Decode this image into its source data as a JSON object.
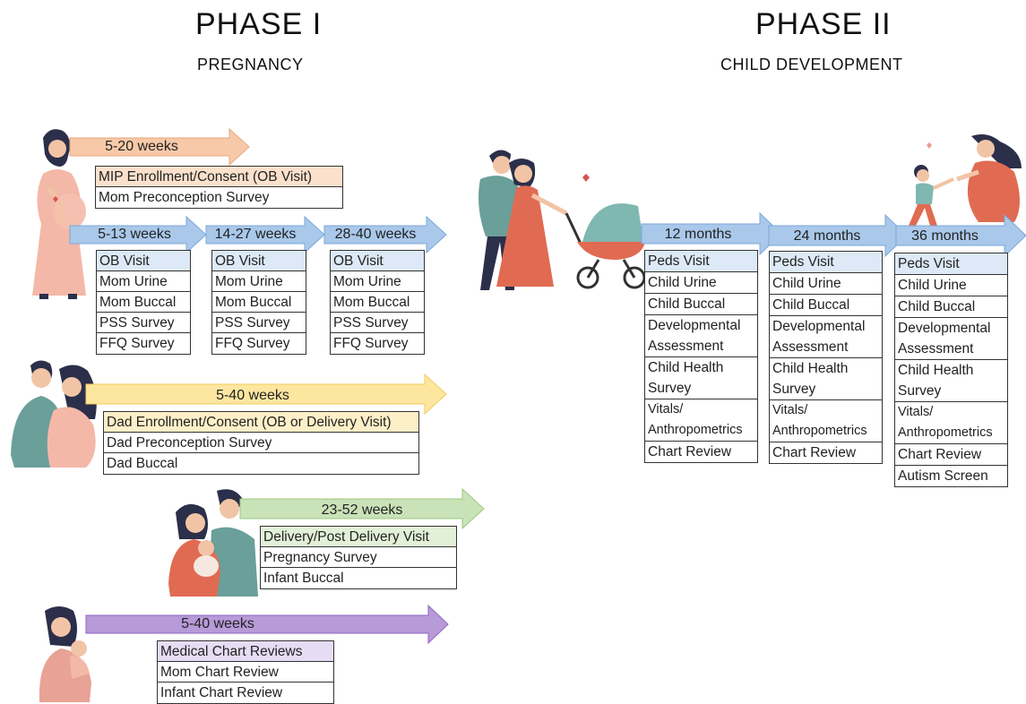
{
  "phase1": {
    "title": "PHASE I",
    "subtitle": "PREGNANCY"
  },
  "phase2": {
    "title": "PHASE II",
    "subtitle": "CHILD DEVELOPMENT"
  },
  "colors": {
    "orange": "#f8c9a8",
    "blue": "#a9c8ea",
    "yellow": "#fde6a0",
    "green": "#c9e2b8",
    "purple": "#b79ad8",
    "orange_fill": "#fbe1cc",
    "blue_fill": "#dde9f6",
    "yellow_fill": "#fdf0c8",
    "green_fill": "#e2f0d8",
    "purple_fill": "#e6dcf3"
  },
  "mom": {
    "enroll_arrow": "5-20 weeks",
    "enroll_items": [
      "MIP Enrollment/Consent (OB Visit)",
      "Mom Preconception Survey"
    ],
    "trimesters": [
      {
        "label": "5-13 weeks",
        "items": [
          "OB Visit",
          "Mom Urine",
          "Mom Buccal",
          "PSS Survey",
          "FFQ Survey"
        ]
      },
      {
        "label": "14-27 weeks",
        "items": [
          "OB Visit",
          "Mom Urine",
          "Mom Buccal",
          "PSS Survey",
          "FFQ Survey"
        ]
      },
      {
        "label": "28-40 weeks",
        "items": [
          "OB Visit",
          "Mom Urine",
          "Mom Buccal",
          "PSS Survey",
          "FFQ Survey"
        ]
      }
    ]
  },
  "dad": {
    "arrow": "5-40 weeks",
    "items": [
      "Dad Enrollment/Consent (OB or Delivery Visit)",
      "Dad Preconception Survey",
      "Dad Buccal"
    ]
  },
  "delivery": {
    "arrow": "23-52 weeks",
    "items": [
      "Delivery/Post Delivery Visit",
      "Pregnancy Survey",
      "Infant Buccal"
    ]
  },
  "charts": {
    "arrow": "5-40 weeks",
    "items": [
      "Medical Chart Reviews",
      "Mom Chart Review",
      "Infant Chart Review"
    ]
  },
  "child": [
    {
      "label": "12 months",
      "items": [
        "Peds Visit",
        "Child Urine",
        "Child Buccal",
        "Developmental\nAssessment",
        "Child Health\nSurvey",
        "Vitals/\nAnthropometrics",
        "Chart Review"
      ]
    },
    {
      "label": "24 months",
      "items": [
        "Peds Visit",
        "Child Urine",
        "Child Buccal",
        "Developmental\nAssessment",
        "Child Health\nSurvey",
        "Vitals/\nAnthropometrics",
        "Chart Review"
      ]
    },
    {
      "label": "36 months",
      "items": [
        "Peds Visit",
        "Child Urine",
        "Child Buccal",
        "Developmental\nAssessment",
        "Child Health\nSurvey",
        "Vitals/\nAnthropometrics",
        "Chart Review",
        "Autism Screen"
      ]
    }
  ]
}
